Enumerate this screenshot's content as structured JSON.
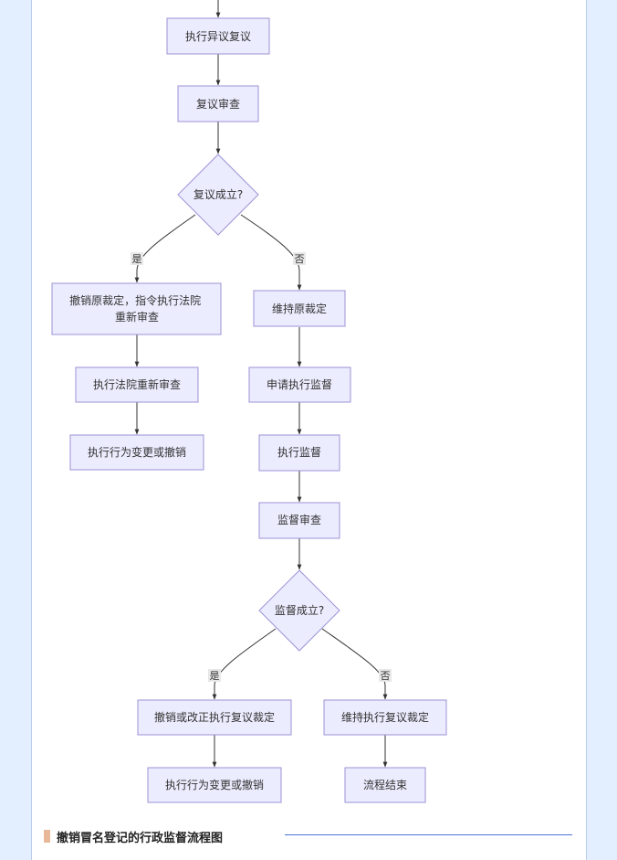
{
  "flowchart": {
    "nodes": {
      "execution_reconsideration": "执行异议复议",
      "reconsideration_review": "复议审查",
      "reconsideration_valid": "复议成立?",
      "revoke_original_ruling": "撤销原裁定，指令执行法院\n重新审查",
      "uphold_original_ruling": "维持原裁定",
      "court_reexamine": "执行法院重新审查",
      "apply_supervision": "申请执行监督",
      "change_or_revoke_1": "执行行为变更或撤销",
      "execution_supervision": "执行监督",
      "supervision_review": "监督审查",
      "supervision_valid": "监督成立?",
      "revoke_or_correct_ruling": "撤销或改正执行复议裁定",
      "uphold_reconsideration_ruling": "维持执行复议裁定",
      "change_or_revoke_2": "执行行为变更或撤销",
      "process_end": "流程结束"
    },
    "edge_labels": {
      "yes_1": "是",
      "no_1": "否",
      "yes_2": "是",
      "no_2": "否"
    }
  },
  "caption": {
    "title": "撤销冒名登记的行政监督流程图"
  }
}
